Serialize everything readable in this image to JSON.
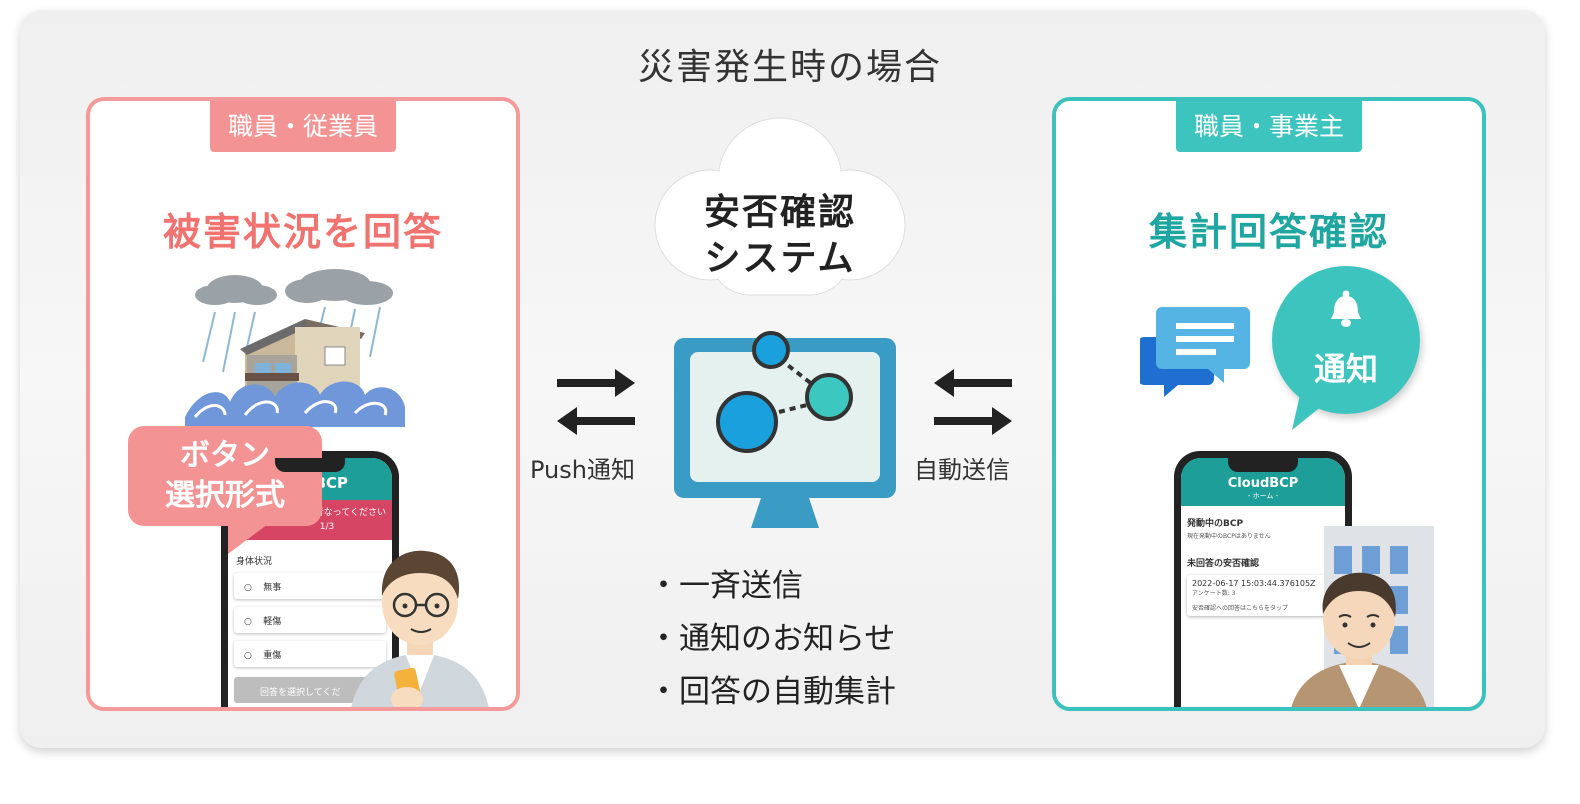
{
  "title": "災害発生時の場合",
  "left_card": {
    "tag": "職員・従業員",
    "heading": "被害状況を回答",
    "bubble_line1": "ボタン",
    "bubble_line2": "選択形式",
    "phone": {
      "app_name": "BCP",
      "banner": "確認を行なってください",
      "progress": "1/3",
      "section": "身体状況",
      "options": [
        "無事",
        "軽傷",
        "重傷"
      ],
      "submit": "回答を選択してくだ"
    }
  },
  "center": {
    "cloud_line1": "安否確認",
    "cloud_line2": "システム",
    "left_arrow_label": "Push通知",
    "right_arrow_label": "自動送信",
    "features": [
      "・一斉送信",
      "・通知のお知らせ",
      "・回答の自動集計"
    ]
  },
  "right_card": {
    "tag": "職員・事業主",
    "heading": "集計回答確認",
    "notify_label": "通知",
    "phone": {
      "app_name": "CloudBCP",
      "subtitle": "- ホーム -",
      "active_title": "発動中のBCP",
      "active_text": "現在発動中のBCPはありません",
      "unanswered_title": "未回答の安否確認",
      "timestamp": "2022-06-17 15:03:44.376105Z",
      "count": "アンケート数: 3",
      "hint": "安否確認への回答はこちらをタップ"
    }
  },
  "colors": {
    "pink": "#f49393",
    "teal": "#3ec4bf",
    "blue": "#1aa0dc",
    "monitor": "#3a9cc4"
  }
}
